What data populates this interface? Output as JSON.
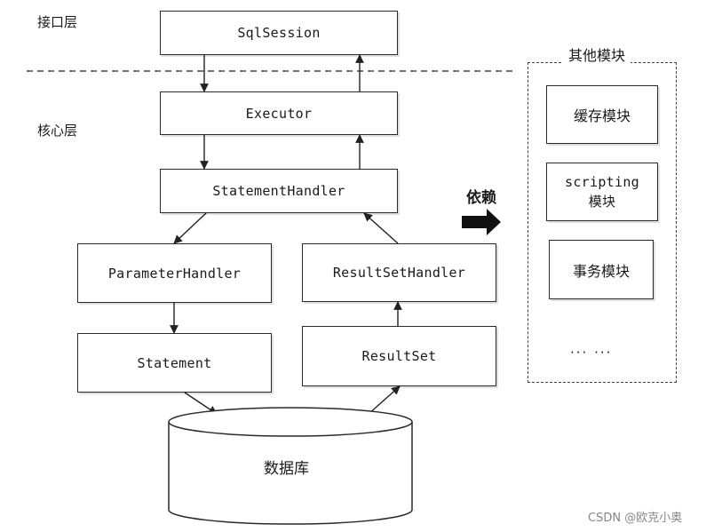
{
  "layers": {
    "interface": "接口层",
    "core": "核心层"
  },
  "boxes": {
    "sql_session": "SqlSession",
    "executor": "Executor",
    "statement_handler": "StatementHandler",
    "parameter_handler": "ParameterHandler",
    "result_set_handler": "ResultSetHandler",
    "statement": "Statement",
    "result_set": "ResultSet",
    "database": "数据库"
  },
  "dependency_label": "依赖",
  "other_modules": {
    "title": "其他模块",
    "items": [
      "缓存模块",
      "scripting\n模块",
      "事务模块",
      "··· ···"
    ]
  },
  "watermark": "CSDN @欧克小奥"
}
